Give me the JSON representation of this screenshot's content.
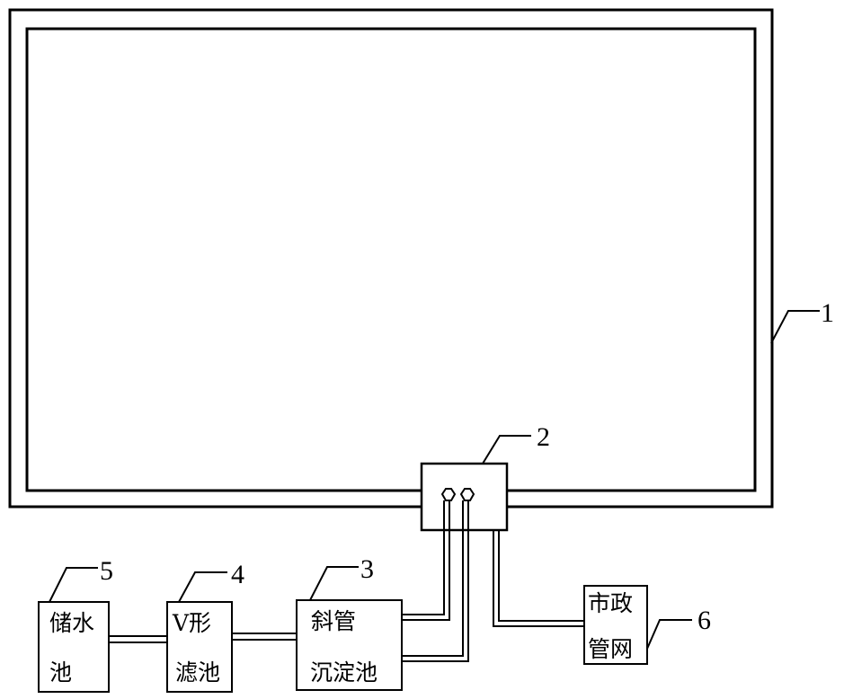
{
  "labels": {
    "n1": "1",
    "n2": "2",
    "n3": "3",
    "n4": "4",
    "n5": "5",
    "n6": "6"
  },
  "boxes": {
    "storage": {
      "line1": "储水",
      "line2": "池"
    },
    "v_filter": {
      "line1": "V形",
      "line2": "滤池"
    },
    "sedimentation": {
      "line1": "斜管",
      "line2": "沉淀池"
    },
    "municipal": {
      "line1": "市政",
      "line2": "管网"
    }
  },
  "colors": {
    "stroke": "#000000",
    "background": "#ffffff"
  }
}
